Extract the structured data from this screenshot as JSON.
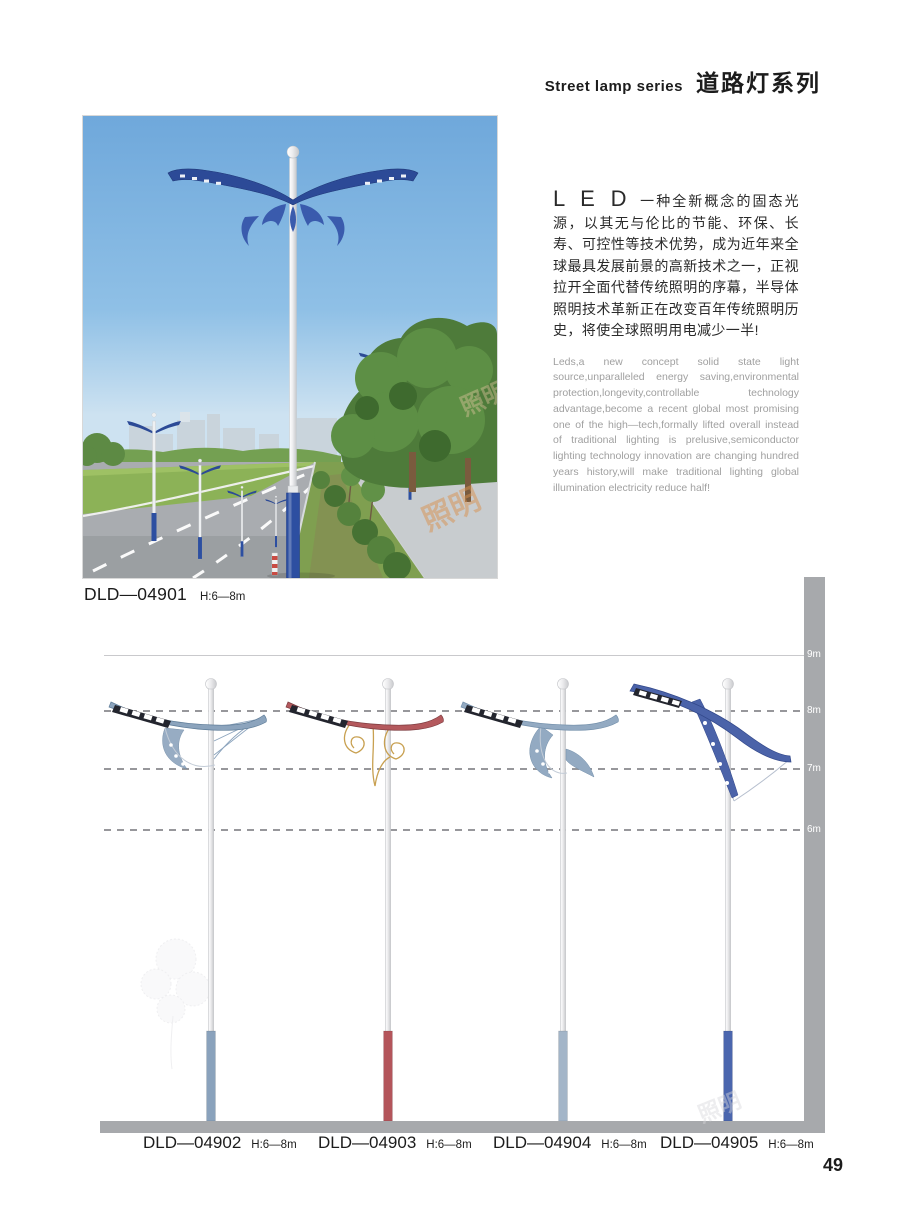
{
  "page": {
    "number": "49"
  },
  "header": {
    "title_en": "Street lamp series",
    "title_cn": "道路灯系列"
  },
  "photo": {
    "label": {
      "model": "DLD—04901",
      "height": "H:6—8m"
    },
    "watermark": "照明",
    "colors": {
      "sky_top": "#6fa8db",
      "sky_horizon": "#cde2f1",
      "grass": "#8cb257",
      "road": "#a9acb0",
      "tree_dark": "#4e7b3a",
      "tree_light": "#5d8f45",
      "lamp_blue": "#2c4a97",
      "base_blue": "#2d4fa1"
    }
  },
  "intro": {
    "led_heading": "L E D",
    "cn_text": "一种全新概念的固态光源，以其无与伦比的节能、环保、长寿、可控性等技术优势，成为近年来全球最具发展前景的高新技术之一，正视拉开全面代替传统照明的序幕，半导体照明技术革新正在改变百年传统照明历史，将使全球照明用电减少一半!",
    "en_text": "Leds,a new concept solid state light source,unparalleled energy saving,environmental protection,longevity,controllable technology advantage,become a recent global most promising one of the high—tech,formally lifted overall instead of traditional lighting is prelusive,semiconductor lighting technology innovation are changing hundred years history,will make traditional lighting global illumination electricity reduce half!"
  },
  "diagram": {
    "ruler_marks": [
      "9m",
      "8m",
      "7m",
      "6m"
    ],
    "watermark": "照明",
    "lamps": [
      {
        "model": "DLD—04902",
        "height": "H:6—8m",
        "arm_color": "#8ca4bd",
        "base_color": "#8aa2bc"
      },
      {
        "model": "DLD—04903",
        "height": "H:6—8m",
        "arm_color": "#b4595d",
        "base_color": "#b4555b",
        "ornament_color": "#c8a050"
      },
      {
        "model": "DLD—04904",
        "height": "H:6—8m",
        "arm_color": "#93aac2",
        "base_color": "#a3b5c8"
      },
      {
        "model": "DLD—04905",
        "height": "H:6—8m",
        "arm_color": "#4b63a9",
        "base_color": "#4b66ae"
      }
    ]
  }
}
